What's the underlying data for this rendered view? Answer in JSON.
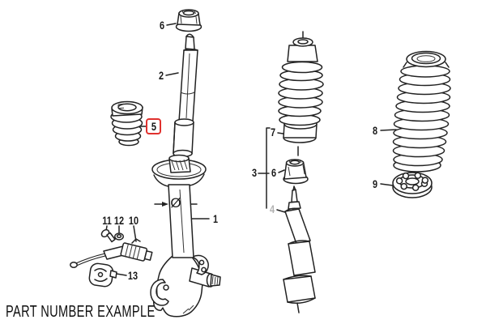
{
  "diagram": {
    "caption": "PART NUMBER EXAMPLE",
    "background_color": "#ffffff",
    "line_color": "#222222",
    "highlight_box_color": "#e0312e",
    "muted_label_color": "#b2b2b2",
    "diameter_symbol": "Ø",
    "callouts": {
      "c1": {
        "label": "1"
      },
      "c2": {
        "label": "2"
      },
      "c3": {
        "label": "3"
      },
      "c4": {
        "label": "4",
        "muted": true
      },
      "c5": {
        "label": "5",
        "highlighted": true
      },
      "c6_top": {
        "label": "6"
      },
      "c6_mid": {
        "label": "6"
      },
      "c7": {
        "label": "7"
      },
      "c8": {
        "label": "8"
      },
      "c9": {
        "label": "9"
      },
      "c10": {
        "label": "10"
      },
      "c11": {
        "label": "11"
      },
      "c12": {
        "label": "12"
      },
      "c13": {
        "label": "13"
      }
    }
  }
}
